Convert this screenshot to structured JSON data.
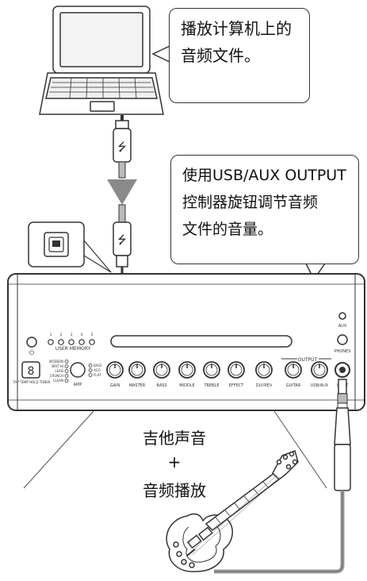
{
  "callout_top": {
    "line1": "播放计算机上的",
    "line2": "音频文件。"
  },
  "callout_right": {
    "line1": "使用USB/AUX OUTPUT",
    "line2": "控制器旋钮调节音频",
    "line3": "文件的音量。"
  },
  "center_caption": {
    "line1": "吉他声音",
    "line2": "+",
    "line3": "音频播放"
  },
  "amp_panel": {
    "user_memory": "USER MEMORY",
    "memory_numbers": [
      "1",
      "2",
      "3",
      "4",
      "5"
    ],
    "tap_tempo": "TAP TEMP HOLD TUNER",
    "amp_types": [
      "MODERN",
      "BRIT HI",
      "LEAD",
      "CRUNCH",
      "CLEAN"
    ],
    "amp_label": "AMP",
    "effect_types": [
      "BASS",
      "ACO",
      "FLAT"
    ],
    "knobs": [
      "GAIN",
      "MASTER",
      "BASS",
      "MIDDLE",
      "TREBLE",
      "EFFECT",
      "DLY/REV",
      "GUITAR",
      "USB/AUX"
    ],
    "output_label": "OUTPUT",
    "aux": "AUX",
    "phones": "PHONES",
    "input": "INPUT"
  },
  "colors": {
    "line": "#333333",
    "arrow": "#8a8a8a",
    "cable": "#9a9a9a",
    "panel_fill": "#ffffff"
  }
}
